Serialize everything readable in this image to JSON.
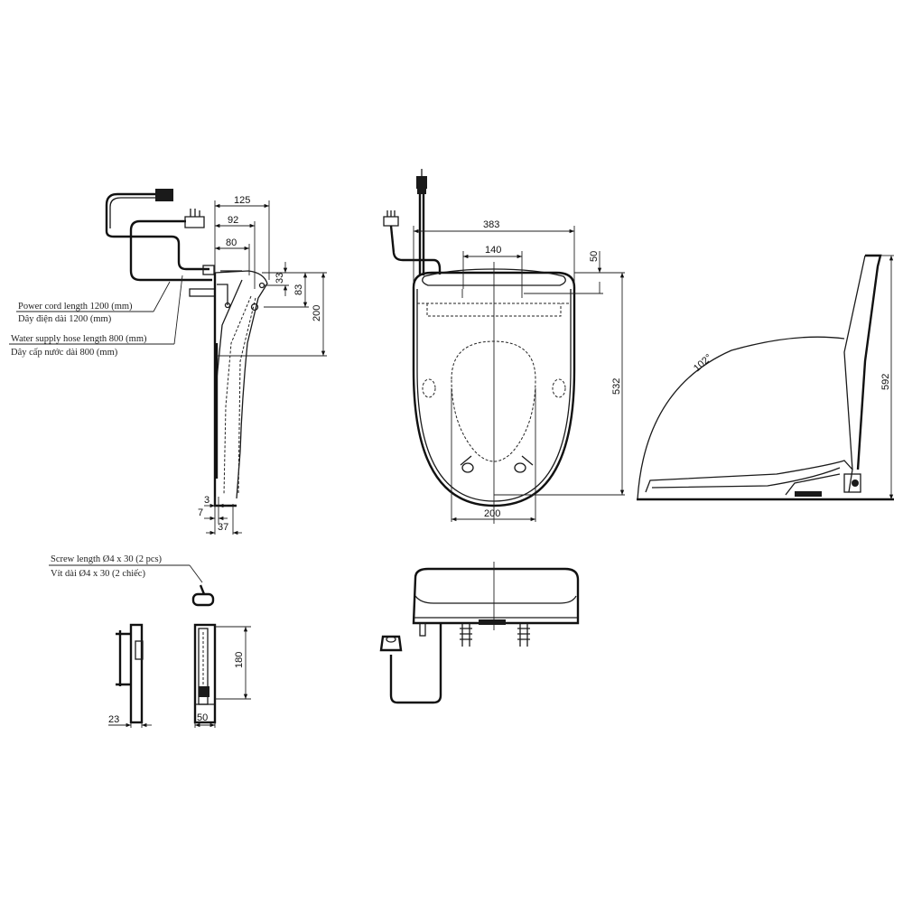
{
  "drawing": {
    "title": "Electronic bidet seat dimension drawing",
    "units": "mm",
    "color": "#1a1a1a"
  },
  "side_view": {
    "dims": {
      "w125": "125",
      "w92": "92",
      "w80": "80",
      "h33": "33",
      "h83": "83",
      "h200": "200",
      "t3": "3",
      "t7": "7",
      "t37": "37"
    },
    "labels": {
      "power_cord_en": "Power cord length 1200 (mm)",
      "power_cord_vi": "Dây điện dài 1200 (mm)",
      "water_hose_en": "Water supply hose length 800 (mm)",
      "water_hose_vi": "Dây cấp nước dài 800 (mm)"
    }
  },
  "top_view": {
    "dims": {
      "width_383": "383",
      "bolt_140": "140",
      "offset_50": "50",
      "length_532": "532",
      "opening_200": "200"
    }
  },
  "profile_view": {
    "dims": {
      "angle": "102°",
      "height_592": "592"
    }
  },
  "bracket_view": {
    "labels": {
      "screw_en": "Screw length Ø4 x 30 (2 pcs)",
      "screw_vi": "Vít dài Ø4 x 30 (2 chiếc)"
    },
    "dims": {
      "thick_23": "23",
      "width_50": "50",
      "height_180": "180"
    }
  },
  "front_view": {
    "parts": [
      "seat-body",
      "hinge-posts",
      "power-plug",
      "water-inlet"
    ]
  }
}
